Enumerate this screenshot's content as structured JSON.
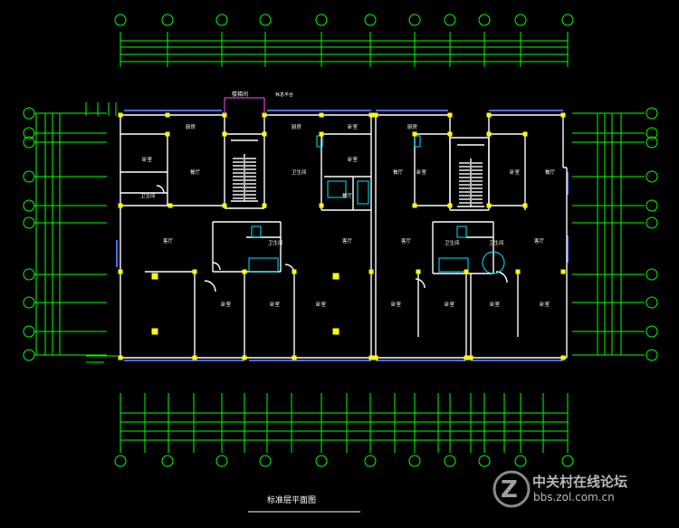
{
  "drawing": {
    "title": "标准层平面图",
    "colors": {
      "background": "#000000",
      "wall": "#ffffff",
      "dim": "#00ff00",
      "window": "#4a6cff",
      "column": "#ffff00",
      "fixture": "#00e5ff",
      "annotation": "#ff4dff"
    },
    "rooms": [
      {
        "id": "kitchen-1",
        "label": "厨房"
      },
      {
        "id": "dining-1",
        "label": "餐厅"
      },
      {
        "id": "bedroom-1",
        "label": "卧室"
      },
      {
        "id": "bath-1",
        "label": "卫生间"
      },
      {
        "id": "living-1",
        "label": "客厅"
      },
      {
        "id": "bedroom-2",
        "label": "卧室"
      },
      {
        "id": "bedroom-3",
        "label": "卧室"
      },
      {
        "id": "bath-2",
        "label": "卫生间"
      },
      {
        "id": "kitchen-2",
        "label": "厨房"
      },
      {
        "id": "bedroom-4",
        "label": "卧室"
      },
      {
        "id": "dining-2",
        "label": "餐厅"
      },
      {
        "id": "bath-3",
        "label": "卫生间"
      },
      {
        "id": "living-2",
        "label": "客厅"
      },
      {
        "id": "bedroom-5",
        "label": "卧室"
      },
      {
        "id": "bedroom-6",
        "label": "卧室"
      },
      {
        "id": "dining-3",
        "label": "餐厅"
      },
      {
        "id": "bedroom-7",
        "label": "卧室"
      },
      {
        "id": "living-3",
        "label": "客厅"
      },
      {
        "id": "bedroom-8",
        "label": "卧室"
      },
      {
        "id": "bedroom-9",
        "label": "卧室"
      },
      {
        "id": "bath-4",
        "label": "卫生间"
      },
      {
        "id": "kitchen-3",
        "label": "厨房"
      },
      {
        "id": "bedroom-10",
        "label": "卧室"
      },
      {
        "id": "dining-4",
        "label": "餐厅"
      },
      {
        "id": "living-4",
        "label": "客厅"
      },
      {
        "id": "bedroom-11",
        "label": "卧室"
      },
      {
        "id": "bath-5",
        "label": "卫生间"
      },
      {
        "id": "bedroom-12",
        "label": "卧室"
      }
    ],
    "annotations": [
      "楼梯间",
      "休息平台"
    ]
  },
  "watermark": {
    "brand": "中关村在线论坛",
    "url": "bbs.zol.com.cn"
  }
}
